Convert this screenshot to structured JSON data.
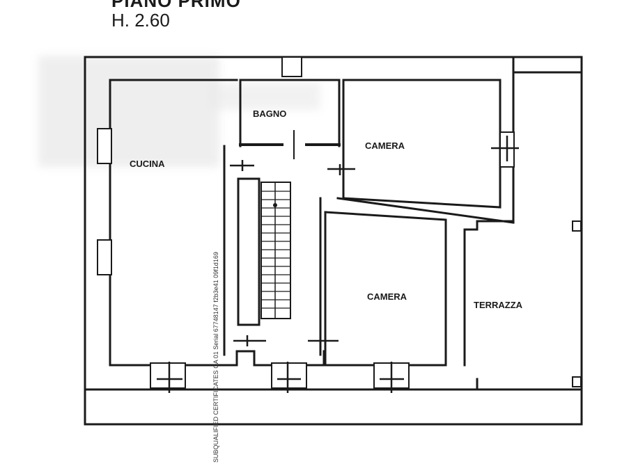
{
  "header": {
    "floor_title": "PIANO PRIMO",
    "floor_height": "H. 2.60"
  },
  "rooms": {
    "bagno": "BAGNO",
    "cucina": "CUCINA",
    "camera_1": "CAMERA",
    "camera_2": "CAMERA",
    "terrazza": "TERRAZZA"
  },
  "certificate_stamp": "SUBQUALIFIED CERTIFICATES CA 01 Serial 67748147 f2b3e41 09f1d169"
}
